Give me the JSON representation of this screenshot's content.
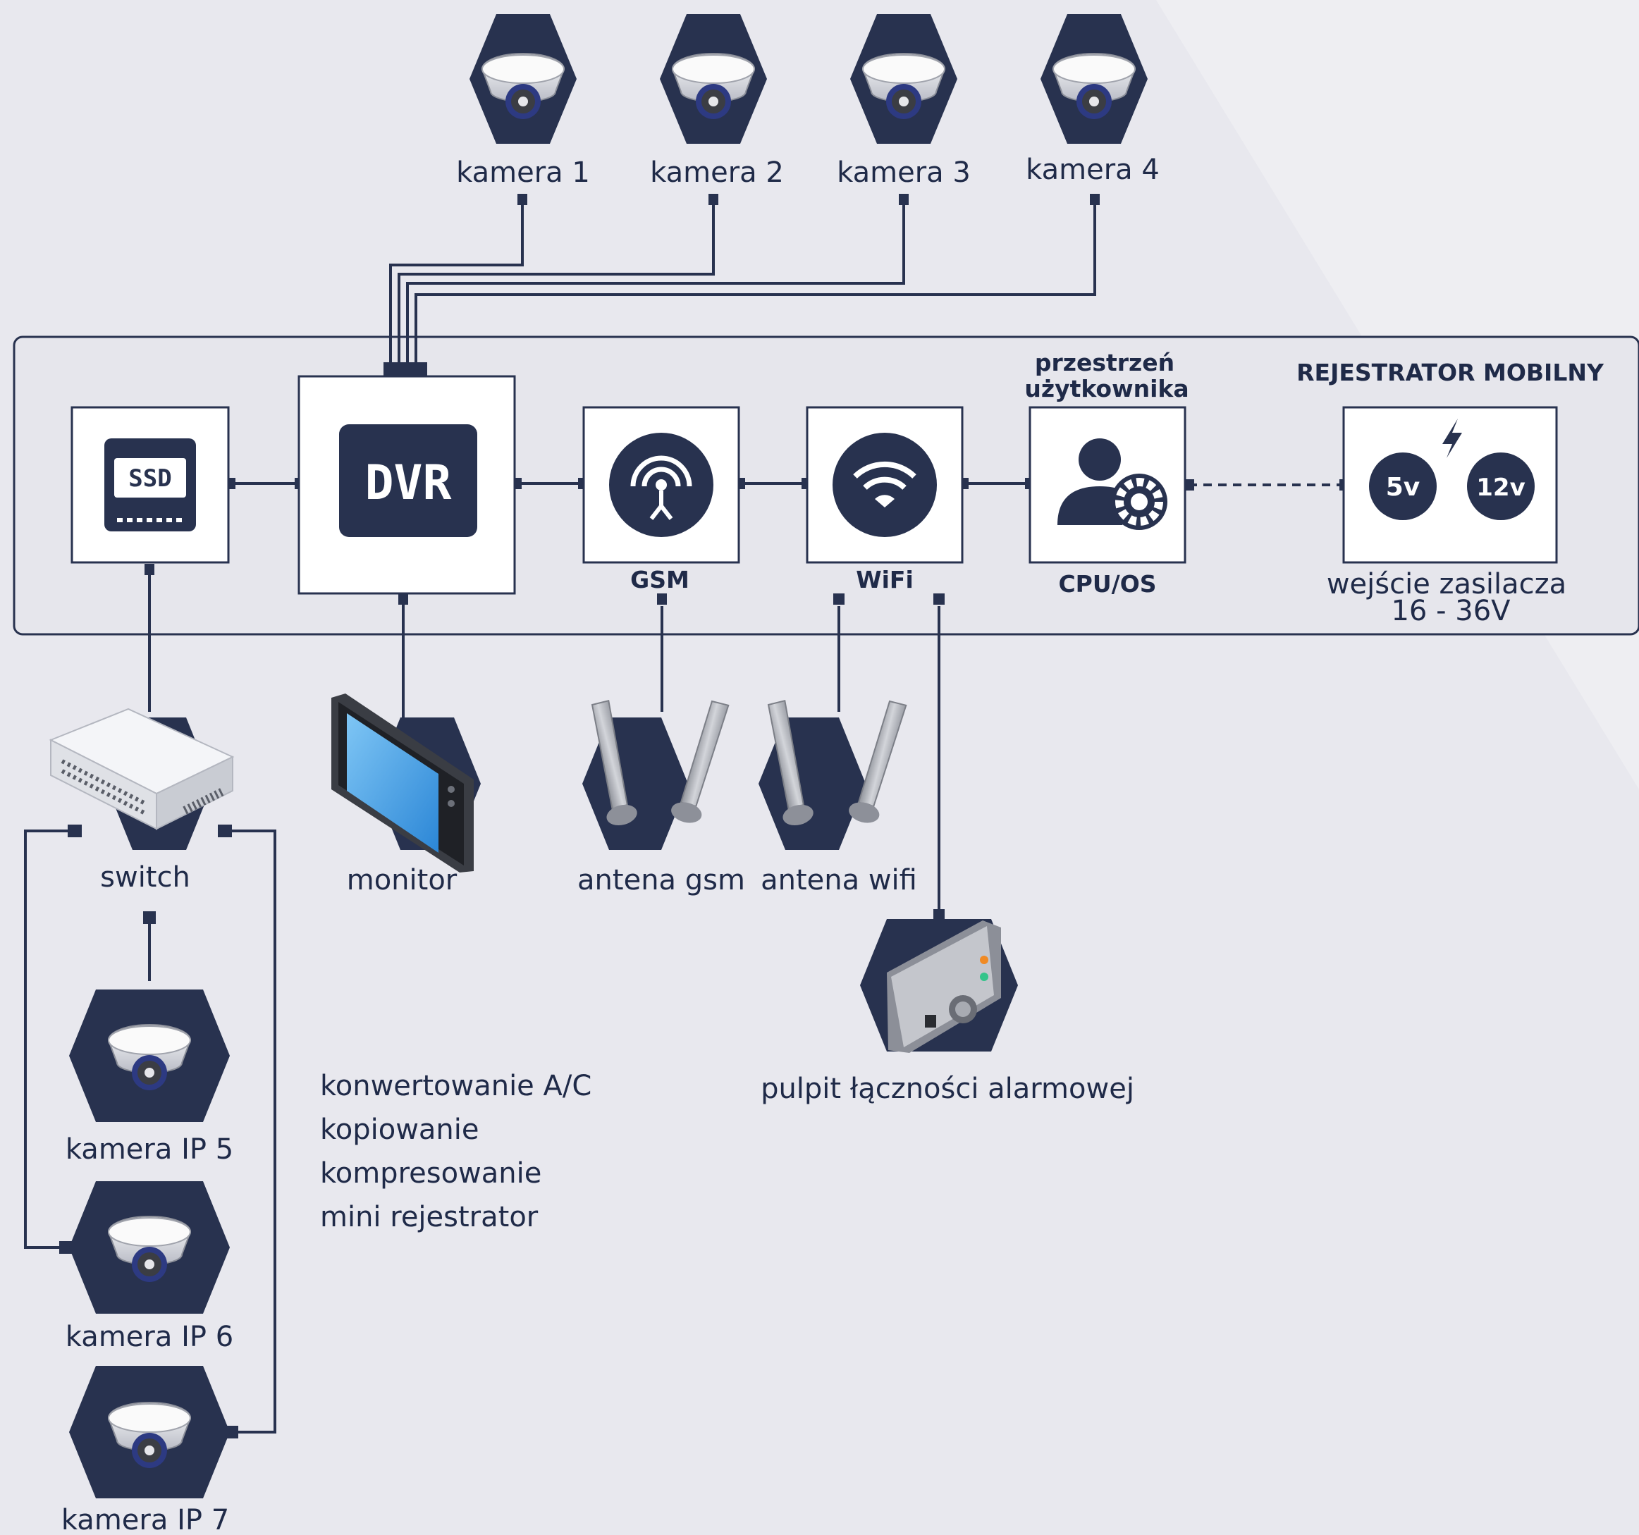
{
  "title": "REJESTRATOR MOBILNY",
  "cameras_top": [
    "kamera 1",
    "kamera 2",
    "kamera 3",
    "kamera 4"
  ],
  "modules": {
    "ssd": "SSD",
    "dvr": "DVR",
    "gsm": "GSM",
    "wifi": "WiFi",
    "user_space": [
      "przestrzeń",
      "użytkownika"
    ],
    "cpu": "CPU/OS",
    "power_5v": "5v",
    "power_12v": "12v",
    "power_label": [
      "wejście zasilacza",
      "16 - 36V"
    ]
  },
  "devices": {
    "switch": "switch",
    "monitor": "monitor",
    "antenna_gsm": "antena gsm",
    "antenna_wifi": "antena wifi",
    "alarm_panel": "pulpit łączności alarmowej"
  },
  "ip_cameras": [
    "kamera IP 5",
    "kamera IP 6",
    "kamera IP 7"
  ],
  "functions": [
    "konwertowanie A/C",
    "kopiowanie",
    "kompresowanie",
    "mini rejestrator"
  ],
  "colors": {
    "navy": "#28324f",
    "background": "#eeeef2",
    "panel": "#e6e6ec",
    "screen": "#4aa3e6"
  }
}
